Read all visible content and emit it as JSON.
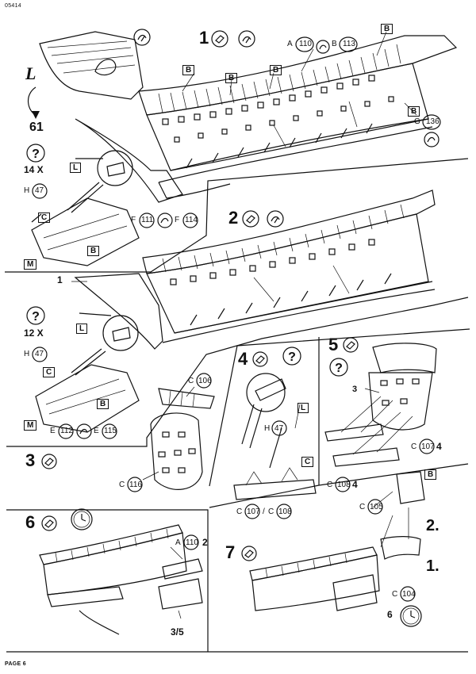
{
  "header": {
    "code": "05414"
  },
  "footer": {
    "page": "PAGE 6"
  },
  "step1": {
    "number": "1",
    "label_L": "L",
    "label_61": "61",
    "count": "14 X",
    "part_A": "A",
    "part_A_num": "110",
    "part_B": "B",
    "part_B_num": "113",
    "part_G": "G",
    "part_G_num": "136",
    "part_H": "H",
    "part_H_num": "47",
    "part_F1": "F",
    "part_F1_num": "111",
    "part_F2": "F",
    "part_F2_num": "114",
    "tag_B": "B",
    "tag_L": "L",
    "tag_C": "C",
    "tag_M": "M"
  },
  "step2": {
    "number": "2",
    "ref_1": "1",
    "count": "12 X",
    "part_H": "H",
    "part_H_num": "47",
    "part_E1": "E",
    "part_E1_num": "112",
    "part_E2": "E",
    "part_E2_num": "115",
    "tag_L": "L",
    "tag_C": "C",
    "tag_M": "M",
    "tag_B": "B"
  },
  "step3": {
    "number": "3",
    "part_C1": "C",
    "part_C1_num": "106",
    "part_C2": "C",
    "part_C2_num": "116"
  },
  "step4": {
    "number": "4",
    "part_H": "H",
    "part_H_num": "47",
    "part_C1": "C",
    "part_C1_num": "107",
    "sep": "/",
    "part_C2": "C",
    "part_C2_num": "108",
    "tag_L": "L",
    "tag_C": "C"
  },
  "step5": {
    "number": "5",
    "ref_3": "3",
    "part_C1": "C",
    "part_C1_num": "107",
    "qty1": "4",
    "part_C2": "C",
    "part_C2_num": "108",
    "qty2": "4"
  },
  "step6": {
    "number": "6",
    "part_A": "A",
    "part_A_num": "110",
    "qty": "2",
    "ref": "3/5"
  },
  "step7": {
    "number": "7",
    "part_C1": "C",
    "part_C1_num": "105",
    "part_C2": "C",
    "part_C2_num": "104",
    "sub2": "2.",
    "sub1": "1.",
    "ref_6": "6",
    "tag_B": "B"
  },
  "icons": [
    "glue-icon",
    "paint-icon",
    "question-icon",
    "clock-icon",
    "tag-icon"
  ]
}
